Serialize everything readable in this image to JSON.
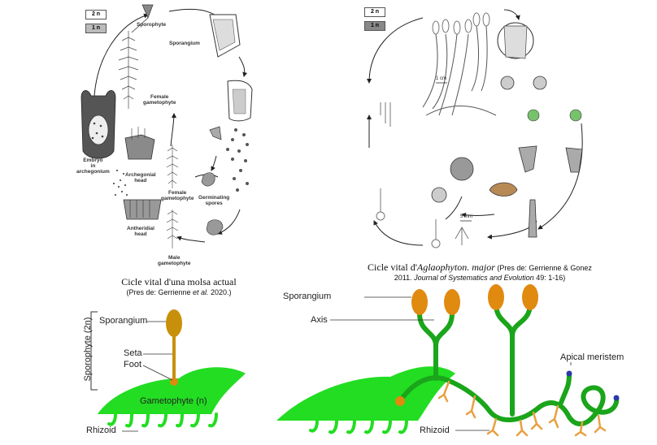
{
  "moss_cycle": {
    "legend_2n": "2 n",
    "legend_1n": "1 n",
    "labels": {
      "sporophyte": "Sporophyte",
      "sporangium": "Sporangium",
      "female_gametophyte_top": "Female\ngametophyte",
      "embryo": "Embryo\nin\narchegonium",
      "archegonial_head": "Archegonial\nhead",
      "female_gametophyte": "Female\ngametophyte",
      "germinating_spores": "Germinating\nspores",
      "antheridial_head": "Antheridial\nhead",
      "male_gametophyte": "Male\ngametophyte"
    },
    "caption_main": "Cicle vital d'una molsa actual",
    "caption_source_pre": "(Pres de: Gerrienne ",
    "caption_source_em": "et al.",
    "caption_source_post": " 2020.)"
  },
  "aglaophyton_cycle": {
    "legend_2n": "2 n",
    "legend_1n": "1 n",
    "scale_1": "1 cm",
    "scale_2": "5 mm",
    "caption_pre": "Cicle vital d'",
    "caption_em": "Aglaophyton. major",
    "caption_source": " (Pres de: Gerrienne & Gonez",
    "caption_line2_pre": "2011. ",
    "caption_line2_em": "Journal of Systematics and Evolution",
    "caption_line2_post": " 49: 1-16)"
  },
  "moss_schematic": {
    "sporophyte_bracket": "Sporophyte (2n)",
    "sporangium": "Sporangium",
    "seta": "Seta",
    "foot": "Foot",
    "gametophyte": "Gametophyte (n)",
    "rhizoid": "Rhizoid"
  },
  "aglaophyton_schematic": {
    "sporangium": "Sporangium",
    "axis": "Axis",
    "apical_meristem": "Apical meristem",
    "rhizoid": "Rhizoid"
  },
  "colors": {
    "green": "#22dd22",
    "dark_green": "#1aa51a",
    "stalk_brown": "#c8900a",
    "sporangium_orange": "#e08a10",
    "rhizoid_orange": "#e8a040",
    "meristem_blue": "#2a3aa8"
  }
}
